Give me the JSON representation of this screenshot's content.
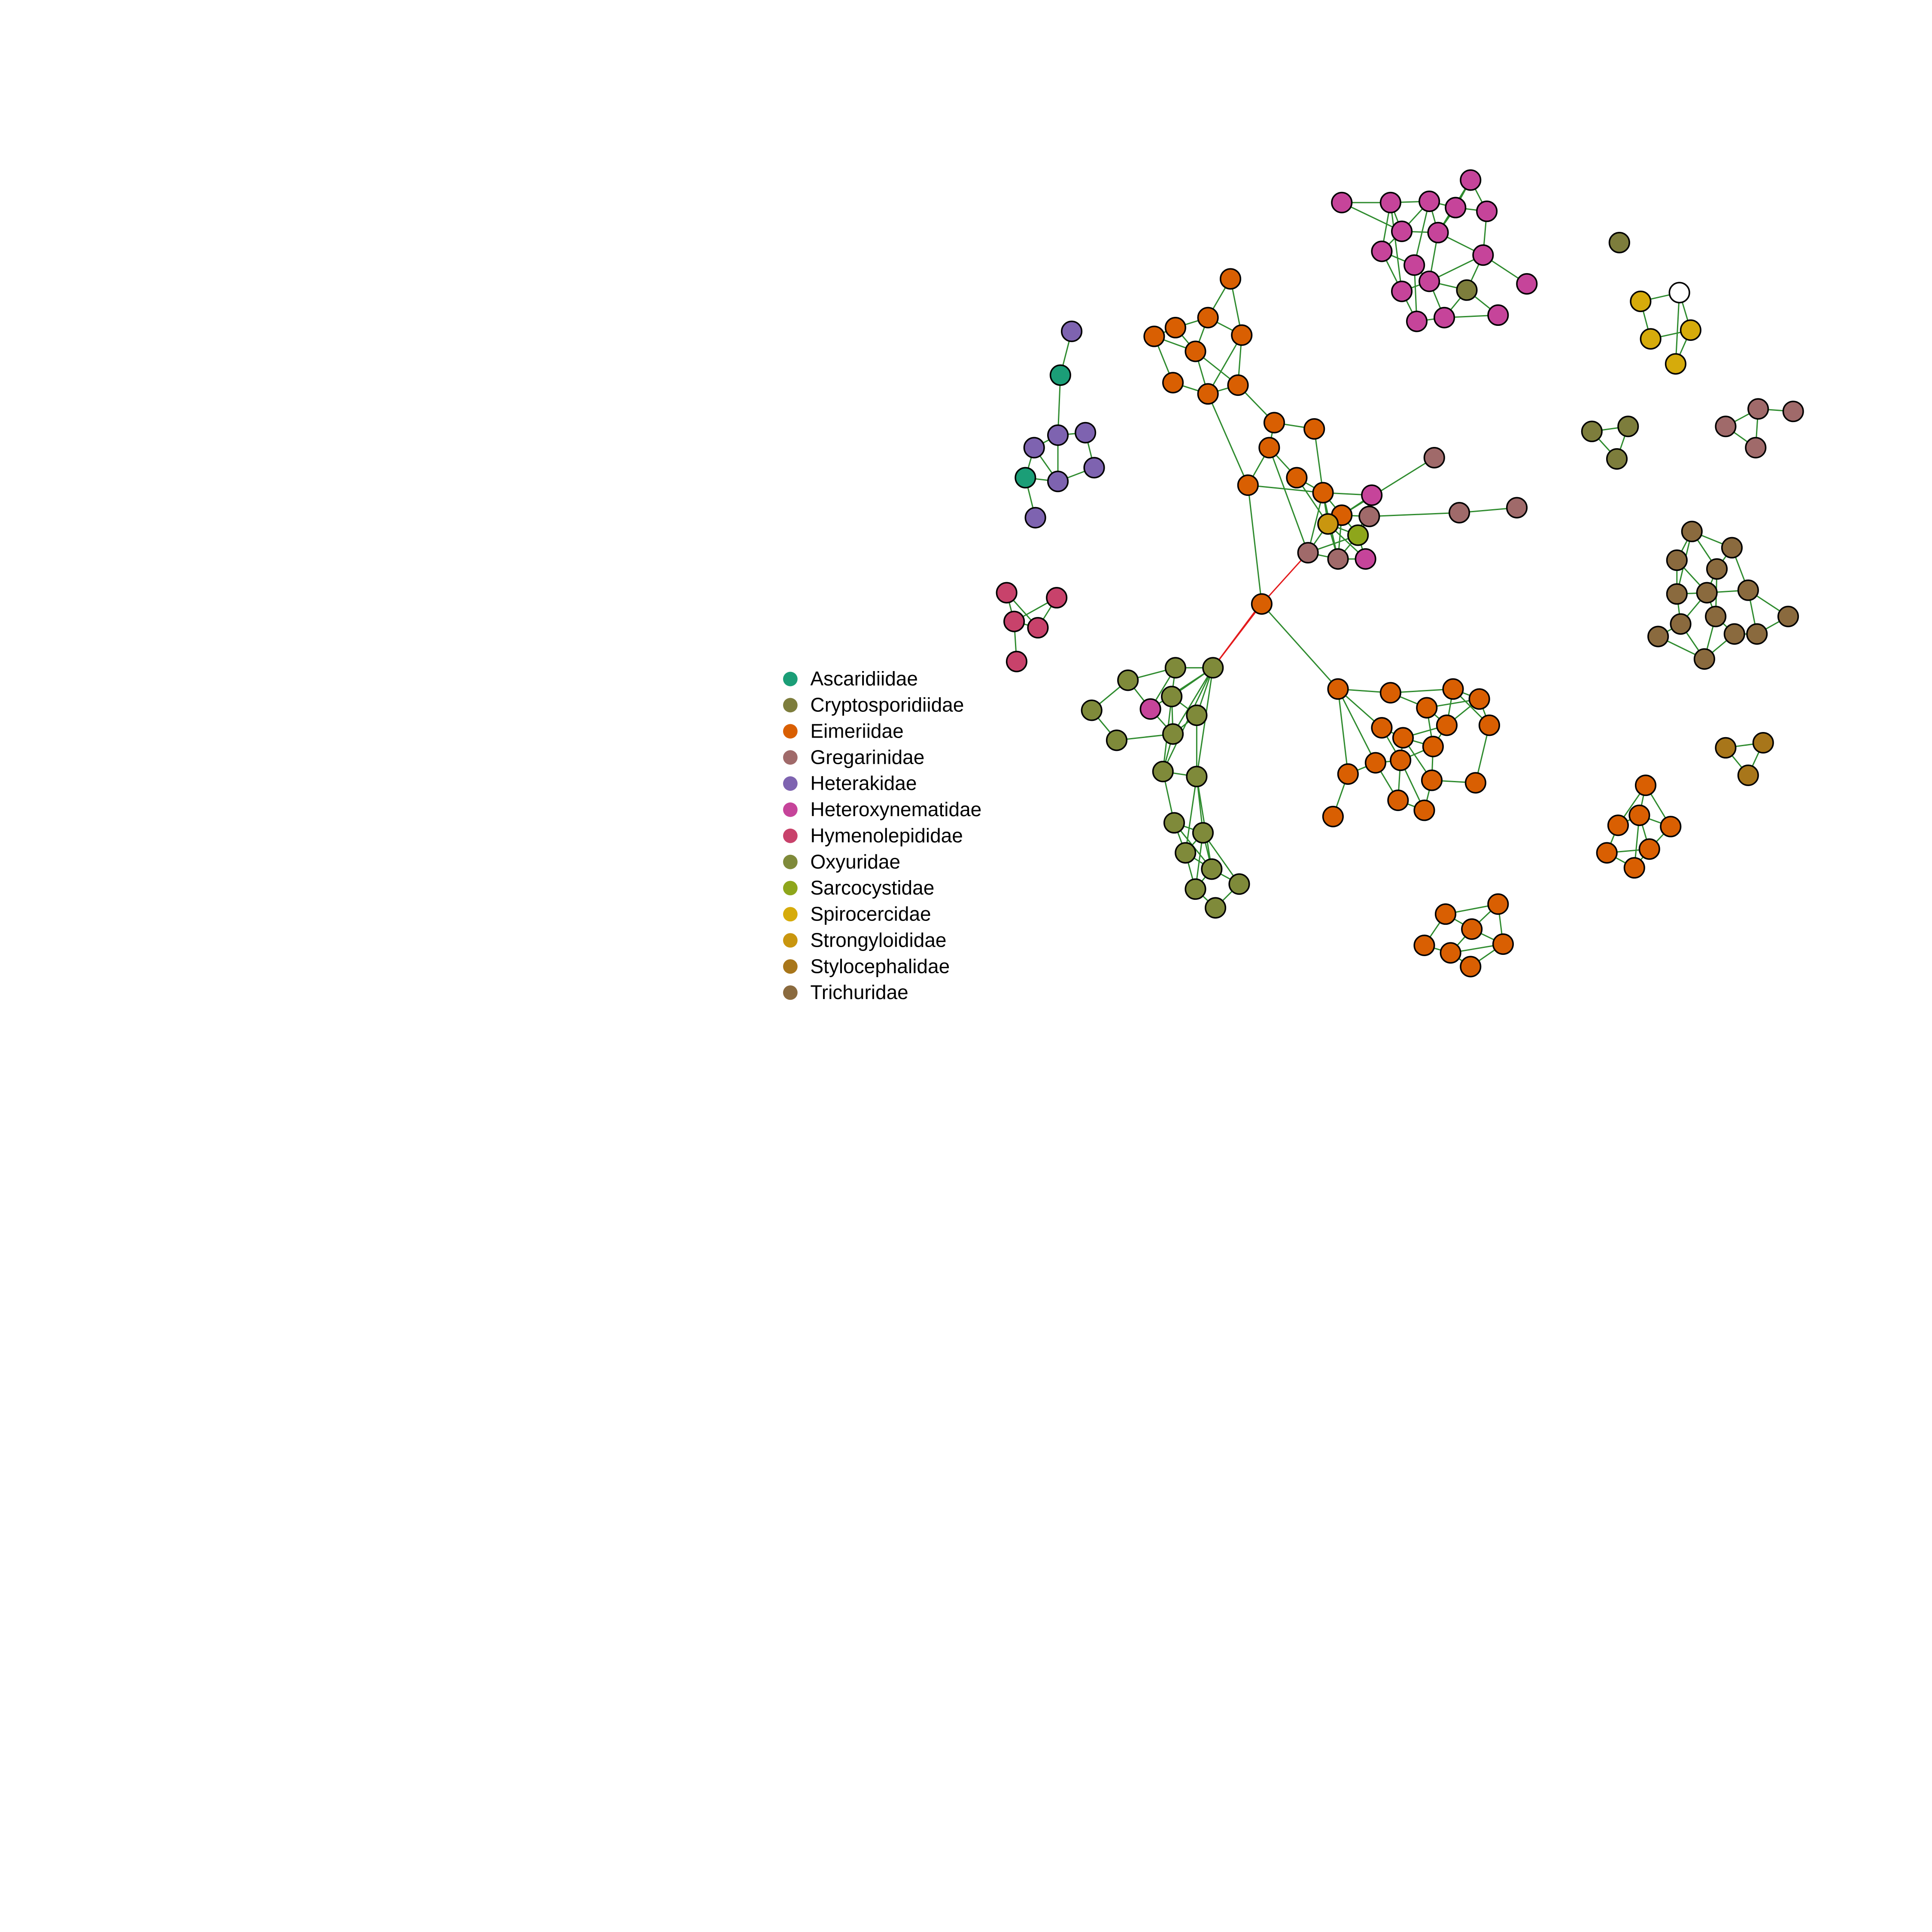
{
  "colors": {
    "Ascaridiidae": "#1b9e77",
    "Cryptosporidiidae": "#7d7d3c",
    "Eimeriidae": "#d95f02",
    "Gregarinidae": "#a06a6a",
    "Heterakidae": "#7e63b0",
    "Heteroxynematidae": "#c6449a",
    "Hymenolepididae": "#c8426b",
    "Oxyuridae": "#7f8a3a",
    "Sarcocystidae": "#8ea61b",
    "Spirocercidae": "#d6ab0b",
    "Strongyloididae": "#c9960f",
    "Stylocephalidae": "#a8761a",
    "Trichuridae": "#8a6a3e",
    "unknown": "#ffffff",
    "edge_positive": "#2e8b2e",
    "edge_negative": "#e31a1c"
  },
  "legend": [
    {
      "label": "Ascaridiidae",
      "key": "Ascaridiidae"
    },
    {
      "label": "Cryptosporidiidae",
      "key": "Cryptosporidiidae"
    },
    {
      "label": "Eimeriidae",
      "key": "Eimeriidae"
    },
    {
      "label": "Gregarinidae",
      "key": "Gregarinidae"
    },
    {
      "label": "Heterakidae",
      "key": "Heterakidae"
    },
    {
      "label": "Heteroxynematidae",
      "key": "Heteroxynematidae"
    },
    {
      "label": "Hymenolepididae",
      "key": "Hymenolepididae"
    },
    {
      "label": "Oxyuridae",
      "key": "Oxyuridae"
    },
    {
      "label": "Sarcocystidae",
      "key": "Sarcocystidae"
    },
    {
      "label": "Spirocercidae",
      "key": "Spirocercidae"
    },
    {
      "label": "Strongyloididae",
      "key": "Strongyloididae"
    },
    {
      "label": "Stylocephalidae",
      "key": "Stylocephalidae"
    },
    {
      "label": "Trichuridae",
      "key": "Trichuridae"
    }
  ]
}
